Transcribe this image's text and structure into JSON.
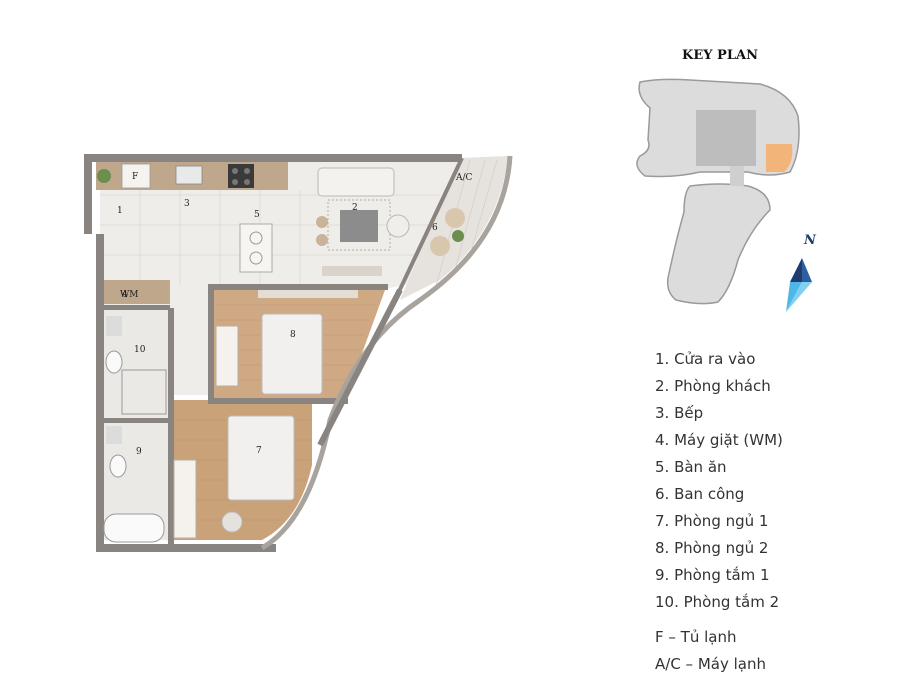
{
  "key_plan": {
    "title": "KEY PLAN",
    "north": "N"
  },
  "room_labels": [
    "1",
    "2",
    "3",
    "4",
    "5",
    "6",
    "7",
    "8",
    "9",
    "10"
  ],
  "fixture_labels": {
    "fridge": "F",
    "washer": "WM",
    "aircon": "A/C"
  },
  "legend": [
    "1. Cửa ra vào",
    "2. Phòng khách",
    "3. Bếp",
    "4. Máy giặt (WM)",
    "5. Bàn ăn",
    "6. Ban công",
    "7. Phòng ngủ 1",
    "8. Phòng ngủ 2",
    "9. Phòng tắm 1",
    "10. Phòng tắm 2"
  ],
  "abbreviations": [
    "F – Tủ lạnh",
    "A/C – Máy lạnh"
  ],
  "colors": {
    "wall": "#8a8480",
    "tile": "#efede9",
    "wood": "#c9a27a",
    "highlight": "#f3b47a",
    "building": "#dcdcdc",
    "compass_dark": "#1f3c6e",
    "compass_light": "#4fb7e6"
  }
}
